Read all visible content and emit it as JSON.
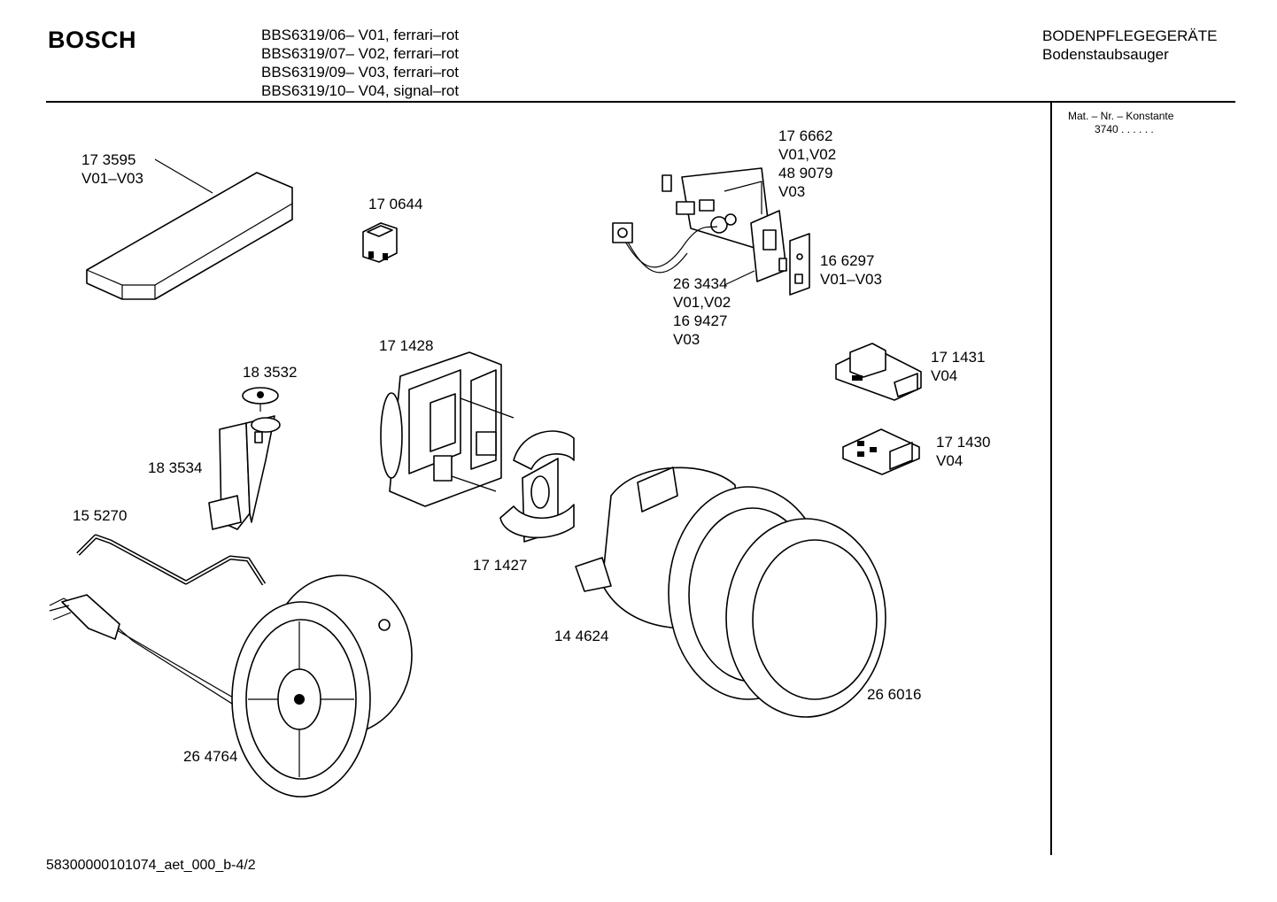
{
  "header": {
    "brand": "BOSCH",
    "models": [
      "BBS6319/06– V01, ferrari–rot",
      "BBS6319/07– V02, ferrari–rot",
      "BBS6319/09– V03, ferrari–rot",
      "BBS6319/10– V04, signal–rot"
    ],
    "category": "BODENPFLEGEGERÄTE",
    "subcategory": "Bodenstaubsauger"
  },
  "side_panel": {
    "heading": "Mat. – Nr. – Konstante",
    "value": "3740  .  .   .  .  .  ."
  },
  "footer": {
    "document_id": "58300000101074_aet_000_b-4/2"
  },
  "parts": {
    "p173595": [
      "17 3595",
      "V01–V03"
    ],
    "p170644": [
      "17 0644"
    ],
    "p176662": [
      "17 6662",
      "V01,V02",
      "48 9079",
      "V03"
    ],
    "p166297": [
      "16 6297",
      "V01–V03"
    ],
    "p263434": [
      "26 3434",
      "V01,V02",
      "16 9427",
      "V03"
    ],
    "p171428": [
      "17 1428"
    ],
    "p183532": [
      "18 3532"
    ],
    "p183534": [
      "18 3534"
    ],
    "p171431": [
      "17 1431",
      "V04"
    ],
    "p171430": [
      "17 1430",
      "V04"
    ],
    "p155270": [
      "15 5270"
    ],
    "p171427": [
      "17 1427"
    ],
    "p144624": [
      "14 4624"
    ],
    "p266016": [
      "26 6016"
    ],
    "p264764": [
      "26 4764"
    ]
  }
}
